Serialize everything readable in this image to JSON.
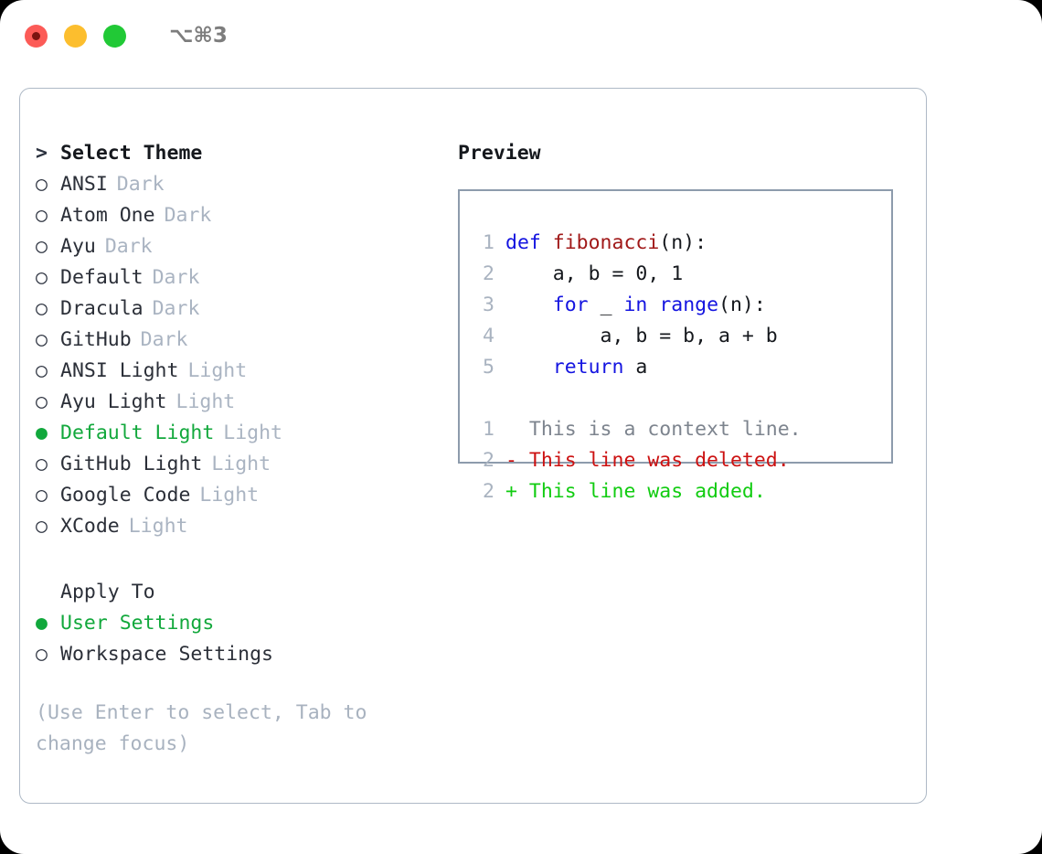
{
  "titlebar": {
    "lights": [
      {
        "name": "close",
        "color": "#fc5b57"
      },
      {
        "name": "minimize",
        "color": "#fcbe2e"
      },
      {
        "name": "maximize",
        "color": "#21c936"
      }
    ],
    "shortcut": "⌥⌘3"
  },
  "theme_list": {
    "header_marker": ">",
    "header": "Select Theme",
    "items": [
      {
        "marker": "○",
        "name": "ANSI",
        "badge": "Dark",
        "selected": false
      },
      {
        "marker": "○",
        "name": "Atom One",
        "badge": "Dark",
        "selected": false
      },
      {
        "marker": "○",
        "name": "Ayu",
        "badge": "Dark",
        "selected": false
      },
      {
        "marker": "○",
        "name": "Default",
        "badge": "Dark",
        "selected": false
      },
      {
        "marker": "○",
        "name": "Dracula",
        "badge": "Dark",
        "selected": false
      },
      {
        "marker": "○",
        "name": "GitHub",
        "badge": "Dark",
        "selected": false
      },
      {
        "marker": "○",
        "name": "ANSI Light",
        "badge": "Light",
        "selected": false
      },
      {
        "marker": "○",
        "name": "Ayu Light",
        "badge": "Light",
        "selected": false
      },
      {
        "marker": "●",
        "name": "Default Light",
        "badge": "Light",
        "selected": true
      },
      {
        "marker": "○",
        "name": "GitHub Light",
        "badge": "Light",
        "selected": false
      },
      {
        "marker": "○",
        "name": "Google Code",
        "badge": "Light",
        "selected": false
      },
      {
        "marker": "○",
        "name": "XCode",
        "badge": "Light",
        "selected": false
      }
    ]
  },
  "apply_to": {
    "label": "Apply To",
    "options": [
      {
        "marker": "●",
        "label": "User Settings",
        "selected": true
      },
      {
        "marker": "○",
        "label": "Workspace Settings",
        "selected": false
      }
    ]
  },
  "hint": "(Use Enter to select, Tab to change focus)",
  "preview": {
    "title": "Preview",
    "code_lines": [
      {
        "num": "1",
        "tokens": [
          {
            "t": "def ",
            "c": "kw"
          },
          {
            "t": "fibonacci",
            "c": "fn"
          },
          {
            "t": "(n):",
            "c": "plain"
          }
        ]
      },
      {
        "num": "2",
        "tokens": [
          {
            "t": "    a, b = 0, 1",
            "c": "plain"
          }
        ]
      },
      {
        "num": "3",
        "tokens": [
          {
            "t": "    ",
            "c": "plain"
          },
          {
            "t": "for",
            "c": "kw"
          },
          {
            "t": " _ ",
            "c": "plain"
          },
          {
            "t": "in",
            "c": "kw"
          },
          {
            "t": " ",
            "c": "plain"
          },
          {
            "t": "range",
            "c": "kw"
          },
          {
            "t": "(n):",
            "c": "plain"
          }
        ]
      },
      {
        "num": "4",
        "tokens": [
          {
            "t": "        a, b = b, a + b",
            "c": "plain"
          }
        ]
      },
      {
        "num": "5",
        "tokens": [
          {
            "t": "    ",
            "c": "plain"
          },
          {
            "t": "return",
            "c": "kw"
          },
          {
            "t": " a",
            "c": "plain"
          }
        ]
      }
    ],
    "diff_lines": [
      {
        "num": "1",
        "tokens": [
          {
            "t": "  This is a context line.",
            "c": "ctx"
          }
        ]
      },
      {
        "num": "2",
        "tokens": [
          {
            "t": "- This line was deleted.",
            "c": "del"
          }
        ]
      },
      {
        "num": "2",
        "tokens": [
          {
            "t": "+ This line was added.",
            "c": "add"
          }
        ]
      }
    ]
  },
  "colors": {
    "accent_green": "#11a83c",
    "diff_add": "#11cc11",
    "diff_del": "#cc1111",
    "keyword_blue": "#1414e0",
    "function_red": "#a01818",
    "badge_grey": "#aab4c2",
    "border": "#aeb9c6"
  }
}
